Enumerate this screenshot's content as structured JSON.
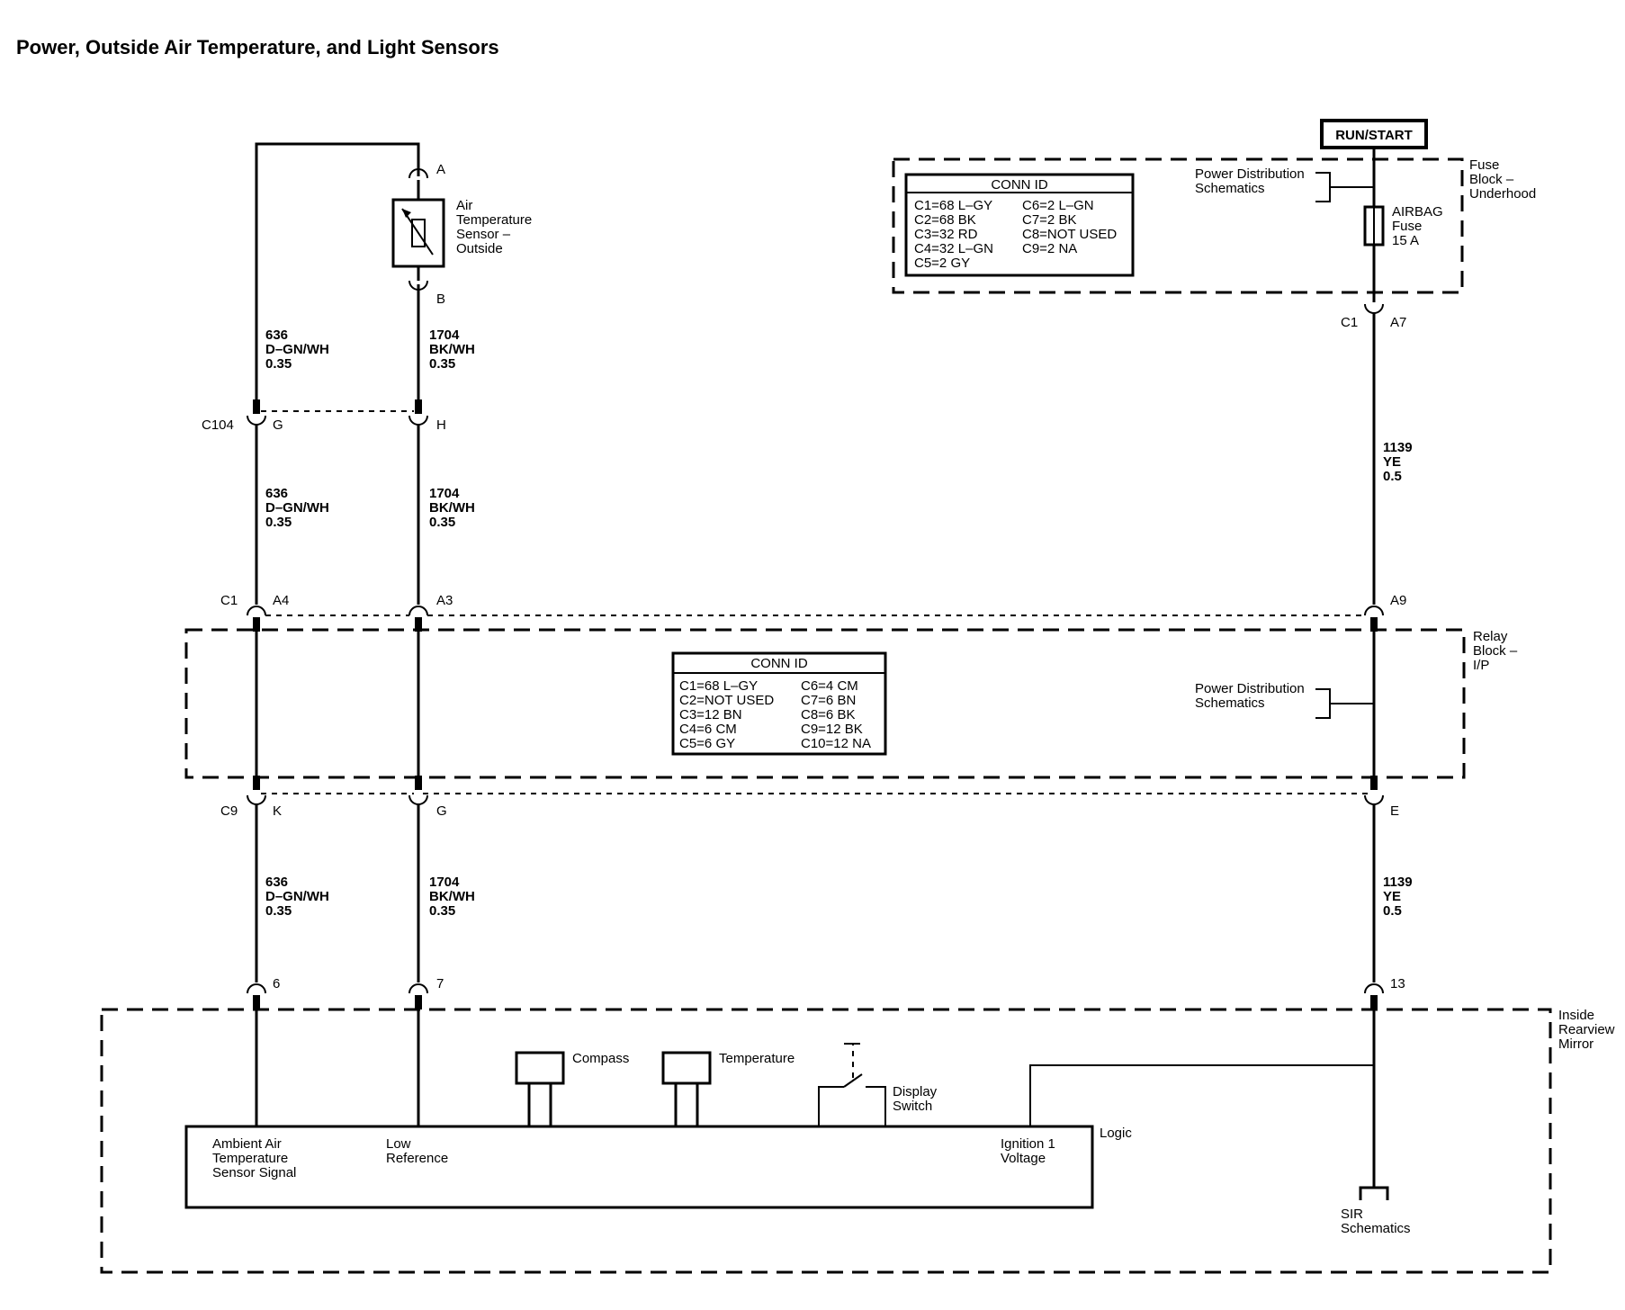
{
  "title": "Power, Outside Air Temperature, and Light Sensors",
  "power": {
    "label": "RUN/START"
  },
  "fuse_block": {
    "name_lines": [
      "Fuse",
      "Block –",
      "Underhood"
    ],
    "pd_lines": [
      "Power Distribution",
      "Schematics"
    ],
    "fuse_lines": [
      "AIRBAG",
      "Fuse",
      "15 A"
    ],
    "conn_title": "CONN ID",
    "conn_left": [
      "C1=68 L–GY",
      "C2=68 BK",
      "C3=32 RD",
      "C4=32 L–GN",
      "C5=2 GY"
    ],
    "conn_right": [
      "C6=2 L–GN",
      "C7=2 BK",
      "C8=NOT USED",
      "C9=2 NA"
    ]
  },
  "relay_block": {
    "name_lines": [
      "Relay",
      "Block –",
      "I/P"
    ],
    "pd_lines": [
      "Power Distribution",
      "Schematics"
    ],
    "conn_title": "CONN ID",
    "conn_left": [
      "C1=68 L–GY",
      "C2=NOT USED",
      "C3=12 BN",
      "C4=6 CM",
      "C5=6 GY"
    ],
    "conn_right": [
      "C6=4 CM",
      "C7=6 BN",
      "C8=6 BK",
      "C9=12 BK",
      "C10=12 NA"
    ]
  },
  "sensor": {
    "label_lines": [
      "Air",
      "Temperature",
      "Sensor –",
      "Outside"
    ],
    "pin_a": "A",
    "pin_b": "B"
  },
  "connectors": {
    "c104": "C104",
    "c104_g": "G",
    "c104_h": "H",
    "c1_relay": "C1",
    "a4": "A4",
    "a3": "A3",
    "a9": "A9",
    "c9": "C9",
    "k": "K",
    "g2": "G",
    "e": "E",
    "c1_fuse": "C1",
    "a7": "A7",
    "pin6": "6",
    "pin7": "7",
    "pin13": "13"
  },
  "wires": {
    "w636": [
      "636",
      "D–GN/WH",
      "0.35"
    ],
    "w1704": [
      "1704",
      "BK/WH",
      "0.35"
    ],
    "w1139": [
      "1139",
      "YE",
      "0.5"
    ]
  },
  "mirror": {
    "name_lines": [
      "Inside",
      "Rearview",
      "Mirror"
    ],
    "logic": "Logic",
    "compass": "Compass",
    "temperature": "Temperature",
    "display_switch_lines": [
      "Display",
      "Switch"
    ],
    "ambient_lines": [
      "Ambient Air",
      "Temperature",
      "Sensor Signal"
    ],
    "low_ref_lines": [
      "Low",
      "Reference"
    ],
    "ign_lines": [
      "Ignition 1",
      "Voltage"
    ],
    "sir_lines": [
      "SIR",
      "Schematics"
    ]
  }
}
